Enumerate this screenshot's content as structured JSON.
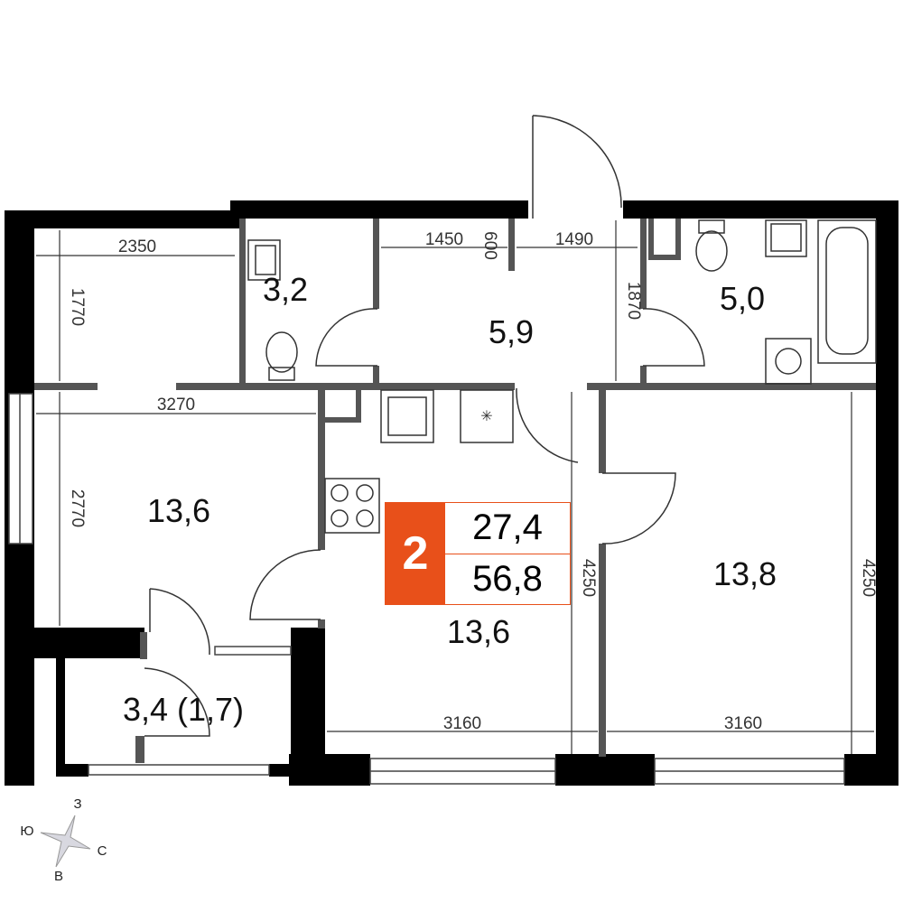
{
  "rooms": {
    "living_left": "13,6",
    "bathroom_small": "3,2",
    "hall": "5,9",
    "bathroom_large": "5,0",
    "kitchen": "13,6",
    "bedroom": "13,8",
    "balcony": "3,4 (1,7)"
  },
  "dimensions": {
    "d2350": "2350",
    "d1770": "1770",
    "d3270": "3270",
    "d2770": "2770",
    "d1450": "1450",
    "d600": "600",
    "d1490": "1490",
    "d1870": "1870",
    "d4250_a": "4250",
    "d4250_b": "4250",
    "d3160_a": "3160",
    "d3160_b": "3160"
  },
  "badge": {
    "rooms": "2",
    "living_area": "27,4",
    "total_area": "56,8",
    "color": "#e8501a"
  },
  "compass": {
    "north": "С",
    "south": "Ю",
    "west": "З",
    "east": "В"
  }
}
